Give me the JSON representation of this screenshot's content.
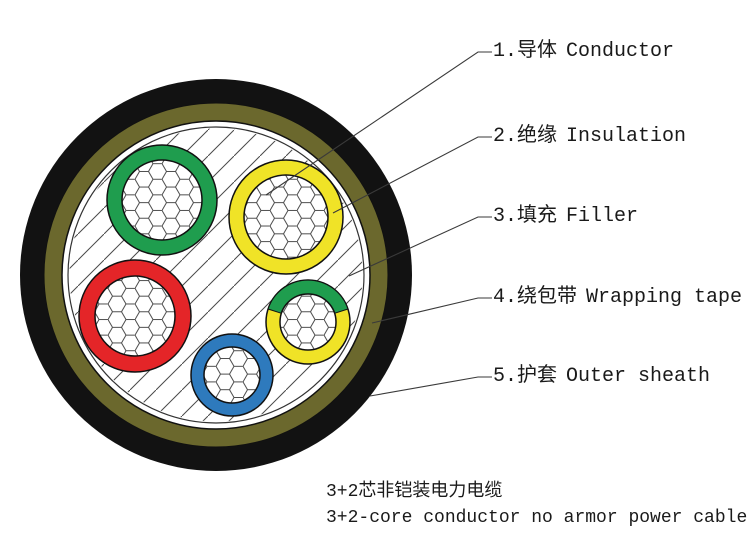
{
  "figure": {
    "labels": [
      {
        "num": "1.",
        "zh": "导体",
        "en": "Conductor"
      },
      {
        "num": "2.",
        "zh": "绝缘",
        "en": "Insulation"
      },
      {
        "num": "3.",
        "zh": "填充",
        "en": "Filler"
      },
      {
        "num": "4.",
        "zh": "绕包带",
        "en": "Wrapping tape"
      },
      {
        "num": "5.",
        "zh": "护套",
        "en": "Outer sheath"
      }
    ],
    "caption": {
      "line1": "3+2芯非铠装电力电缆",
      "line2": "3+2-core conductor no armor power cable"
    }
  },
  "colors": {
    "sheath": "#121212",
    "tape": "#6b682d",
    "core_green": "#1f9d4e",
    "core_yellow": "#f0e327",
    "core_red": "#e42528",
    "core_blue": "#2e7abd",
    "filler_bg": "#ffffff",
    "line": "#3a3a3a"
  }
}
